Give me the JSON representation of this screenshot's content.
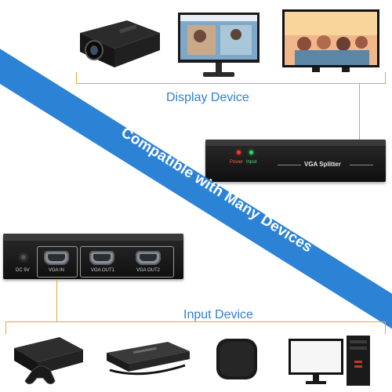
{
  "banner_text": "Compatible with Many Devices",
  "display_caption": "Display Device",
  "input_caption": "Input Device",
  "rear_panel": {
    "dc_label": "DC 5V",
    "vga_in_label": "VGA IN",
    "vga_out1_label": "VGA OUT1",
    "vga_out2_label": "VGA OUT2"
  },
  "front_panel": {
    "power_label": "Power",
    "input_label": "Input",
    "product_label": "VGA Splitter"
  },
  "icons": {
    "display_devices": [
      "projector-icon",
      "monitor-icon",
      "tv-icon"
    ],
    "input_devices": [
      "game-console-icon",
      "set-top-box-icon",
      "tv-box-icon",
      "desktop-pc-icon"
    ]
  },
  "colors": {
    "accent": "#2c83d6",
    "line": "#e6a23c",
    "caption": "#2f7fd1"
  }
}
